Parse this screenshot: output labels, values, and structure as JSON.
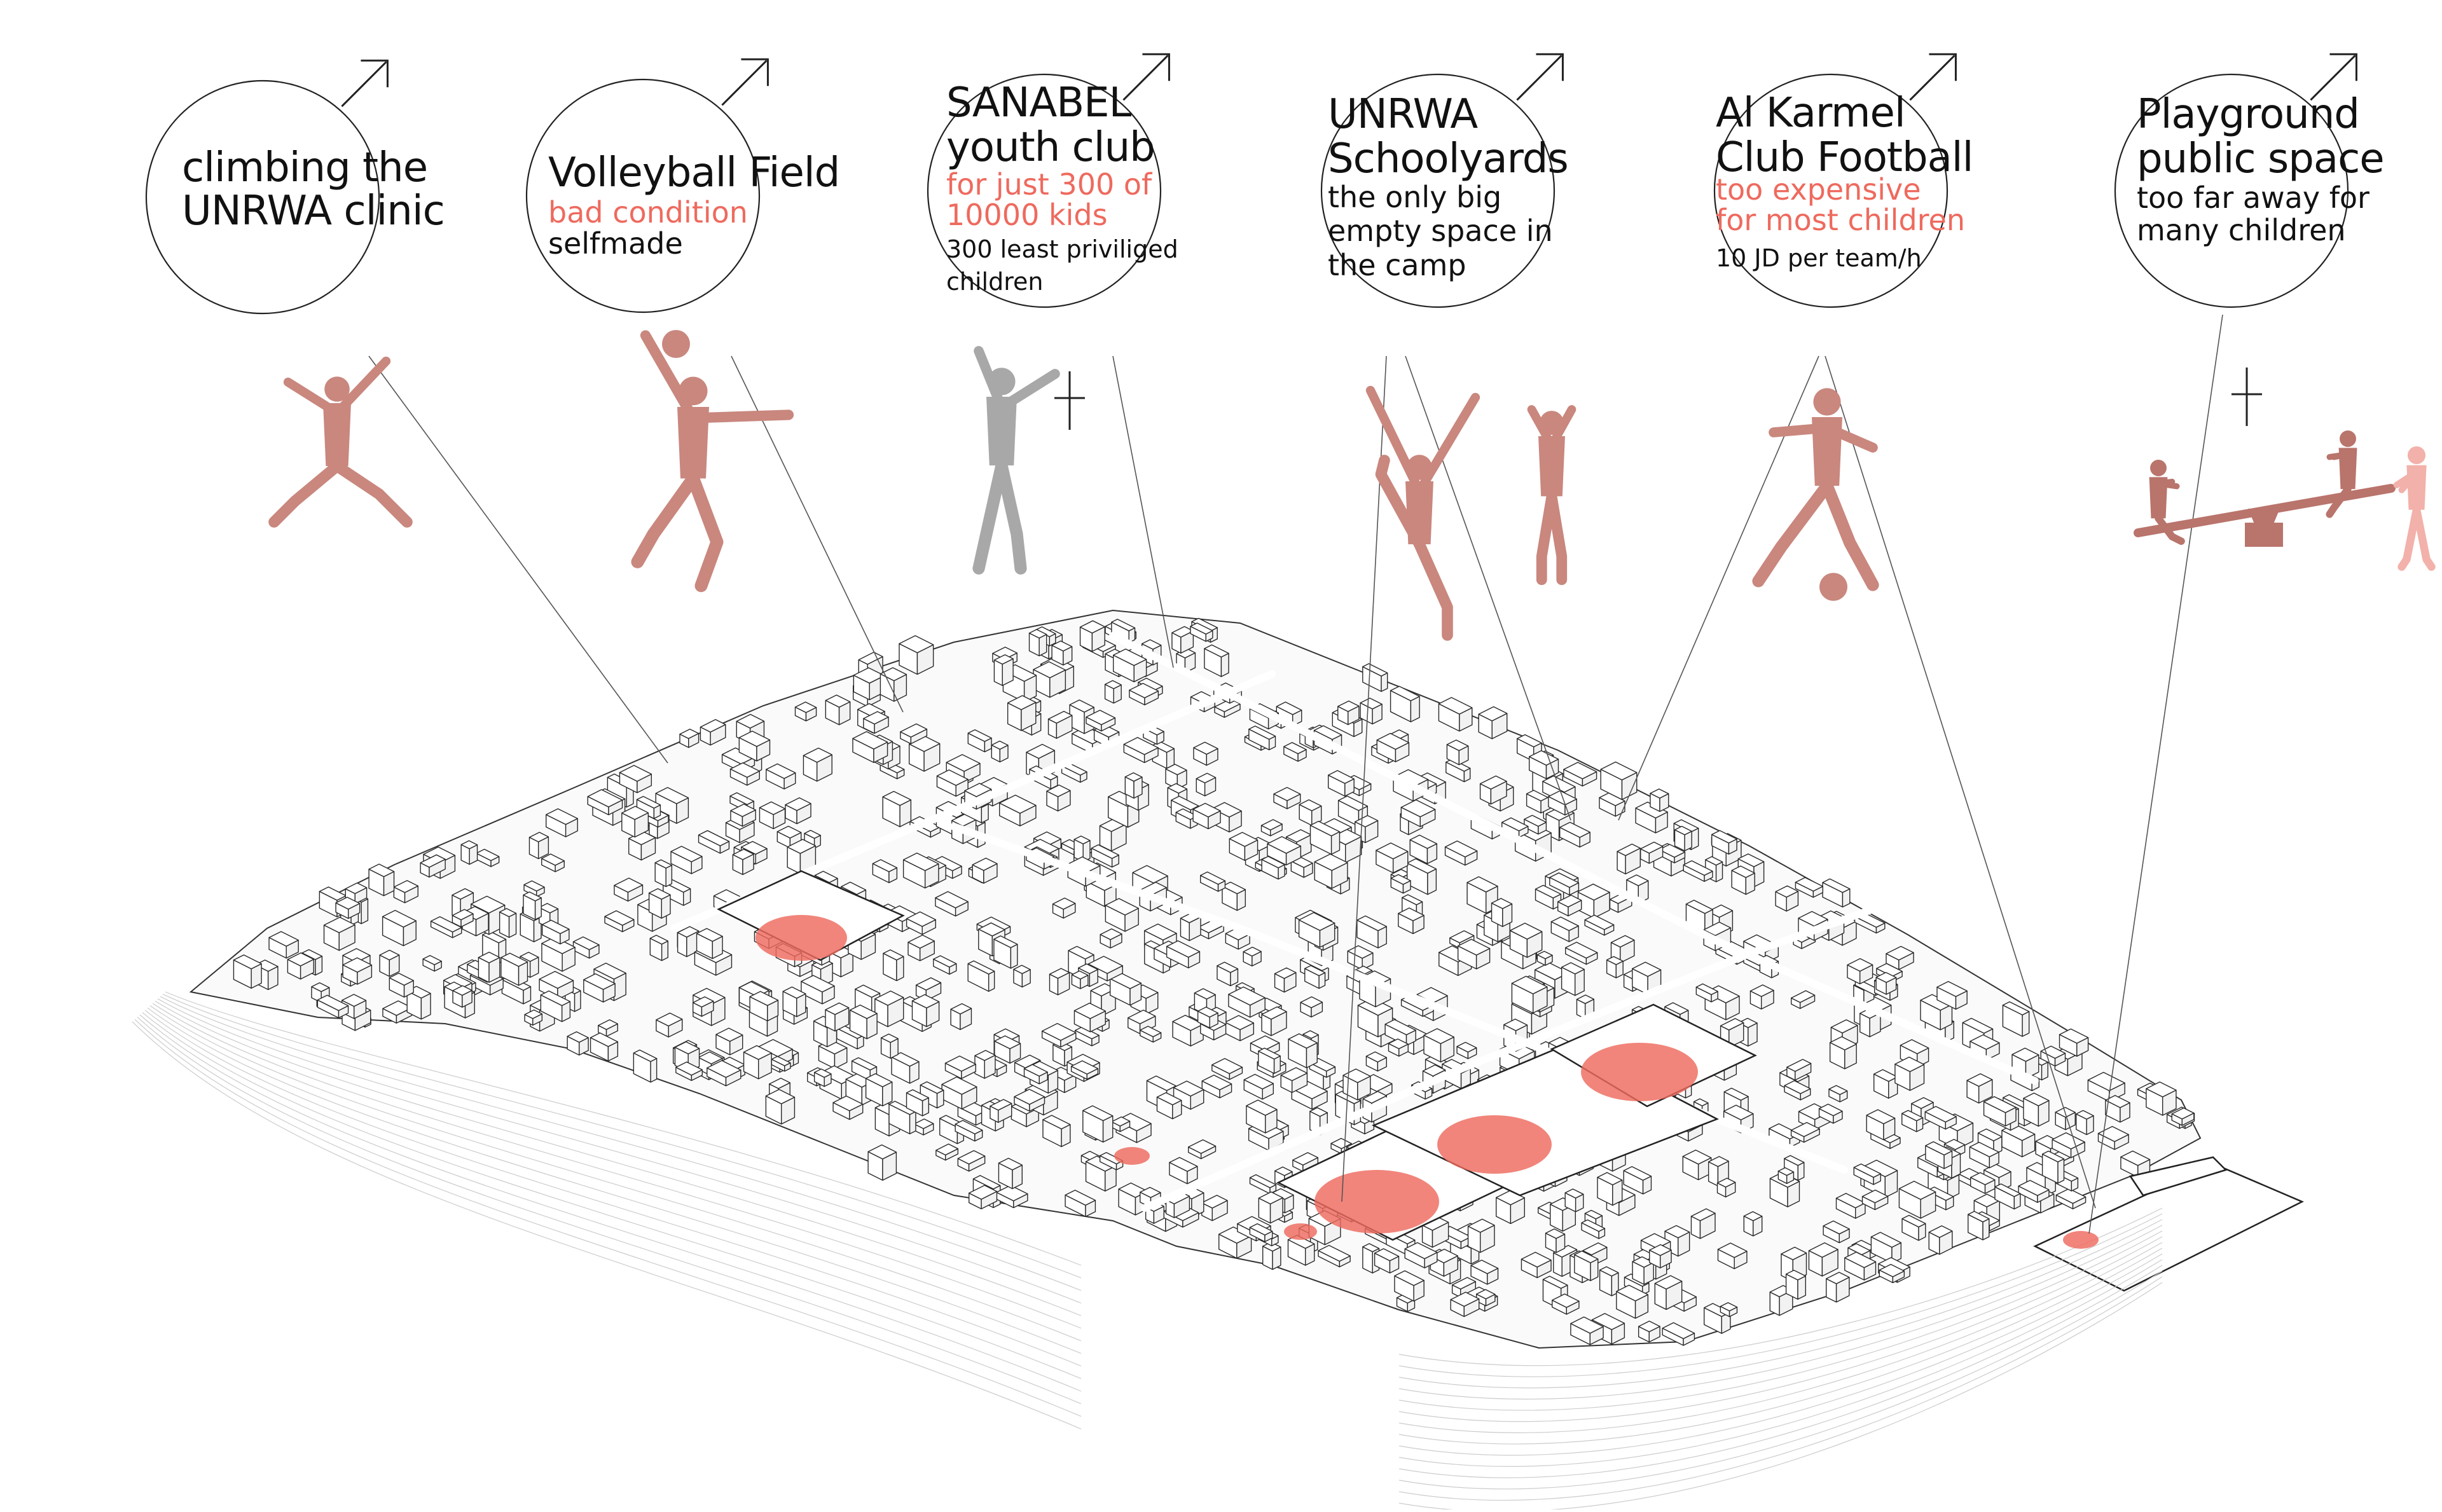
{
  "colors": {
    "accent_red": "#ee6a5e",
    "figure_rose": "#c9877e",
    "figure_gray": "#a8a8a8",
    "line": "#222222"
  },
  "bubbles": [
    {
      "id": "clinic",
      "gender_symbol": "male-symbol-icon",
      "title_lines": [
        "climbing the",
        "UNRWA clinic"
      ],
      "highlight_lines": [],
      "detail_lines": [],
      "figure": "climbing-child-icon"
    },
    {
      "id": "volleyball",
      "gender_symbol": "male-symbol-icon",
      "title_lines": [
        "Volleyball Field"
      ],
      "highlight_lines": [
        "bad condition"
      ],
      "detail_lines": [
        "selfmade"
      ],
      "figure": "volleyball-player-icon"
    },
    {
      "id": "sanabel",
      "gender_symbol": "male-symbol-icon",
      "title_lines": [
        "SANABEL",
        "youth club"
      ],
      "highlight_lines": [
        "for just 300 of",
        "10000 kids"
      ],
      "detail_lines": [
        "300 least priviliged",
        "children"
      ],
      "figure": "jumping-child-icon",
      "secondary_symbol": "female-symbol-icon"
    },
    {
      "id": "schoolyards",
      "gender_symbol": "male-symbol-icon",
      "title_lines": [
        "UNRWA",
        "Schoolyards"
      ],
      "highlight_lines": [],
      "detail_lines": [
        "the only big",
        "empty space in",
        "the camp"
      ],
      "figure": "cartwheel-child-icon"
    },
    {
      "id": "alkarmel",
      "gender_symbol": "male-symbol-icon",
      "title_lines": [
        "Al Karmel",
        "Club Football"
      ],
      "highlight_lines": [
        "too expensive",
        "for most children"
      ],
      "detail_lines": [
        "10 JD per team/h"
      ],
      "figure": "football-player-icon"
    },
    {
      "id": "playground",
      "gender_symbol": "male-symbol-icon",
      "title_lines": [
        "Playground",
        "public space"
      ],
      "highlight_lines": [],
      "detail_lines": [
        "too far away for",
        "many children"
      ],
      "figure": "seesaw-children-icon",
      "secondary_symbol": "female-symbol-icon"
    }
  ]
}
